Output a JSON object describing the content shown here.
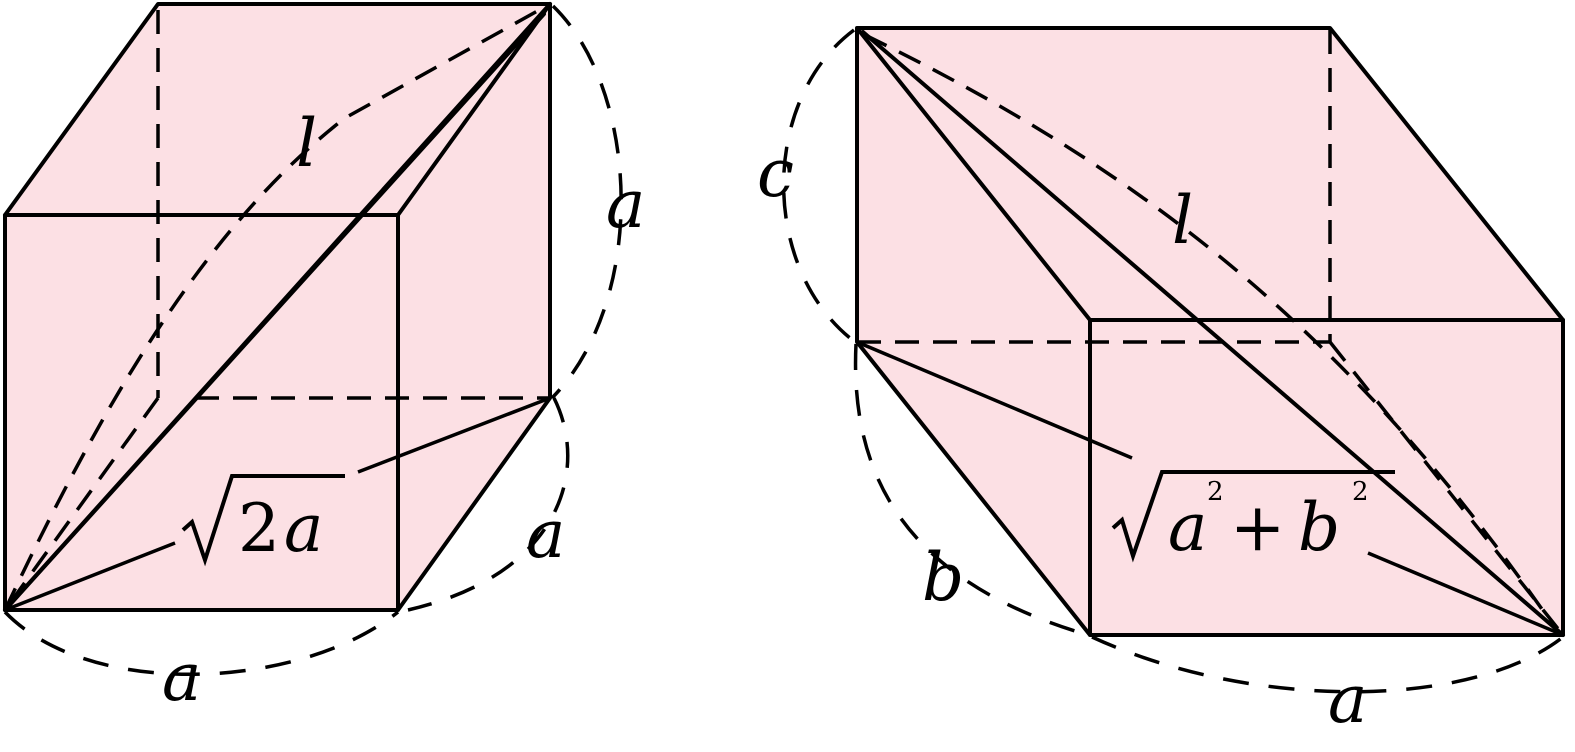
{
  "figure_left": {
    "edge_labels": {
      "bottom": "a",
      "depth": "a",
      "height": "a",
      "diagonal": "l"
    },
    "face_diagonal": {
      "coefficient": "2",
      "variable": "a"
    }
  },
  "figure_right": {
    "edge_labels": {
      "bottom": "a",
      "depth": "b",
      "height": "c",
      "diagonal": "l"
    },
    "face_diagonal": {
      "term1": "a",
      "exp1": "2",
      "op": "+",
      "term2": "b",
      "exp2": "2"
    }
  },
  "colors": {
    "face_fill": "#fce0e4",
    "stroke": "#000000"
  }
}
